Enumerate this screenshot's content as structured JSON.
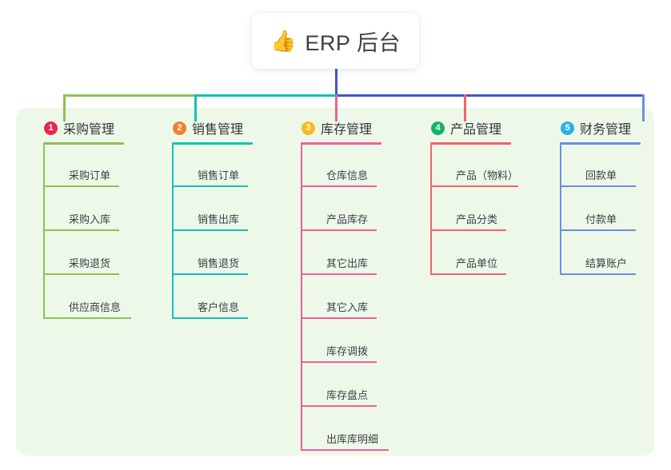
{
  "root": {
    "icon": "thumbs-up-icon",
    "emoji": "👍",
    "title": "ERP 后台"
  },
  "palette": {
    "panel_bg": "#eef8e9",
    "page_bg": "#ffffff",
    "root_line": "#4257c4",
    "text": "#3a3f46"
  },
  "columns": [
    {
      "number": "1",
      "title": "采购管理",
      "badge_color": "#e8264f",
      "line_color": "#8cc152",
      "items": [
        {
          "label": "采购订单"
        },
        {
          "label": "采购入库"
        },
        {
          "label": "采购退货"
        },
        {
          "label": "供应商信息"
        }
      ]
    },
    {
      "number": "2",
      "title": "销售管理",
      "badge_color": "#f08131",
      "line_color": "#13c2b5",
      "items": [
        {
          "label": "销售订单"
        },
        {
          "label": "销售出库"
        },
        {
          "label": "销售退货"
        },
        {
          "label": "客户信息"
        }
      ]
    },
    {
      "number": "3",
      "title": "库存管理",
      "badge_color": "#f5bc20",
      "line_color": "#ec5fa0",
      "items": [
        {
          "label": "仓库信息"
        },
        {
          "label": "产品库存"
        },
        {
          "label": "其它出库"
        },
        {
          "label": "其它入库"
        },
        {
          "label": "库存调拨"
        },
        {
          "label": "库存盘点"
        },
        {
          "label": "出库库明细"
        }
      ]
    },
    {
      "number": "4",
      "title": "产品管理",
      "badge_color": "#16b364",
      "line_color": "#f4626b",
      "items": [
        {
          "label": "产品（物料）"
        },
        {
          "label": "产品分类"
        },
        {
          "label": "产品单位"
        }
      ]
    },
    {
      "number": "5",
      "title": "财务管理",
      "badge_color": "#2ab0e8",
      "line_color": "#6b8ede",
      "items": [
        {
          "label": "回款单"
        },
        {
          "label": "付款单"
        },
        {
          "label": "结算账户"
        }
      ]
    }
  ]
}
